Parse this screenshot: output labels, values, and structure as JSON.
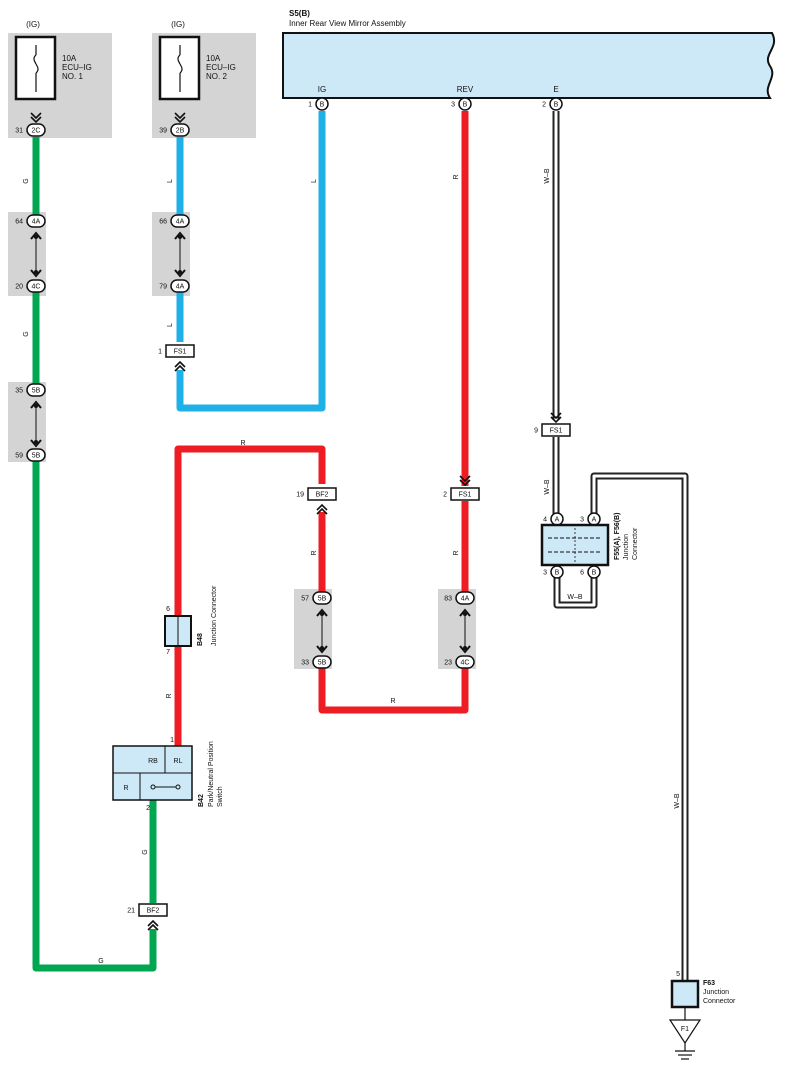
{
  "colors": {
    "green": "#00a650",
    "blue": "#1fb0e8",
    "red": "#ee1d23",
    "wb_outer": "#222222",
    "wb_inner": "#ffffff",
    "panel_gray": "#d4d4d4",
    "box_fill": "#cde8f6",
    "outline": "#111111"
  },
  "fuses": [
    {
      "supply": "(IG)",
      "rating": "10A",
      "name1": "ECU–IG",
      "name2": "NO. 1"
    },
    {
      "supply": "(IG)",
      "rating": "10A",
      "name1": "ECU–IG",
      "name2": "NO. 2"
    }
  ],
  "mirror": {
    "code": "S5(B)",
    "name": "Inner Rear View Mirror Assembly",
    "pins": [
      {
        "label": "IG",
        "num": "1",
        "conn": "B"
      },
      {
        "label": "REV",
        "num": "3",
        "conn": "B"
      },
      {
        "label": "E",
        "num": "2",
        "conn": "B"
      }
    ]
  },
  "connectors": {
    "c31": {
      "num": "31",
      "code": "2C"
    },
    "c64": {
      "num": "64",
      "code": "4A"
    },
    "c20": {
      "num": "20",
      "code": "4C"
    },
    "c35": {
      "num": "35",
      "code": "5B"
    },
    "c59": {
      "num": "59",
      "code": "5B"
    },
    "c39": {
      "num": "39",
      "code": "2B"
    },
    "c66": {
      "num": "66",
      "code": "4A"
    },
    "c79": {
      "num": "79",
      "code": "4A"
    },
    "c57": {
      "num": "57",
      "code": "5B"
    },
    "c33": {
      "num": "33",
      "code": "5B"
    },
    "c83": {
      "num": "83",
      "code": "4A"
    },
    "c23": {
      "num": "23",
      "code": "4C"
    }
  },
  "flags": {
    "fs1_ig": {
      "num": "1",
      "code": "FS1"
    },
    "fs1_rev": {
      "num": "2",
      "code": "FS1"
    },
    "fs1_e": {
      "num": "9",
      "code": "FS1"
    },
    "bf2_19": {
      "num": "19",
      "code": "BF2"
    },
    "bf2_21": {
      "num": "21",
      "code": "BF2"
    }
  },
  "wire_labels": {
    "g": "G",
    "l": "L",
    "r": "R",
    "wb": "W–B"
  },
  "b48": {
    "code": "B48",
    "name": "Junction Connector",
    "pin_top": "6",
    "pin_bottom": "7"
  },
  "b42": {
    "code": "B42",
    "name1": "Park/Neutral Position",
    "name2": "Switch",
    "pin_top": "1",
    "pin_bottom": "2",
    "rb": "RB",
    "rl": "RL",
    "r": "R"
  },
  "f55": {
    "code": "F55(A), F56(B)",
    "name1": "Junction",
    "name2": "Connector",
    "pins_top": [
      {
        "num": "4",
        "conn": "A"
      },
      {
        "num": "3",
        "conn": "A"
      }
    ],
    "pins_bottom": [
      {
        "num": "3",
        "conn": "B"
      },
      {
        "num": "6",
        "conn": "B"
      }
    ]
  },
  "f63": {
    "code": "F63",
    "name1": "Junction",
    "name2": "Connector",
    "pin": "5",
    "ground": "F1"
  }
}
